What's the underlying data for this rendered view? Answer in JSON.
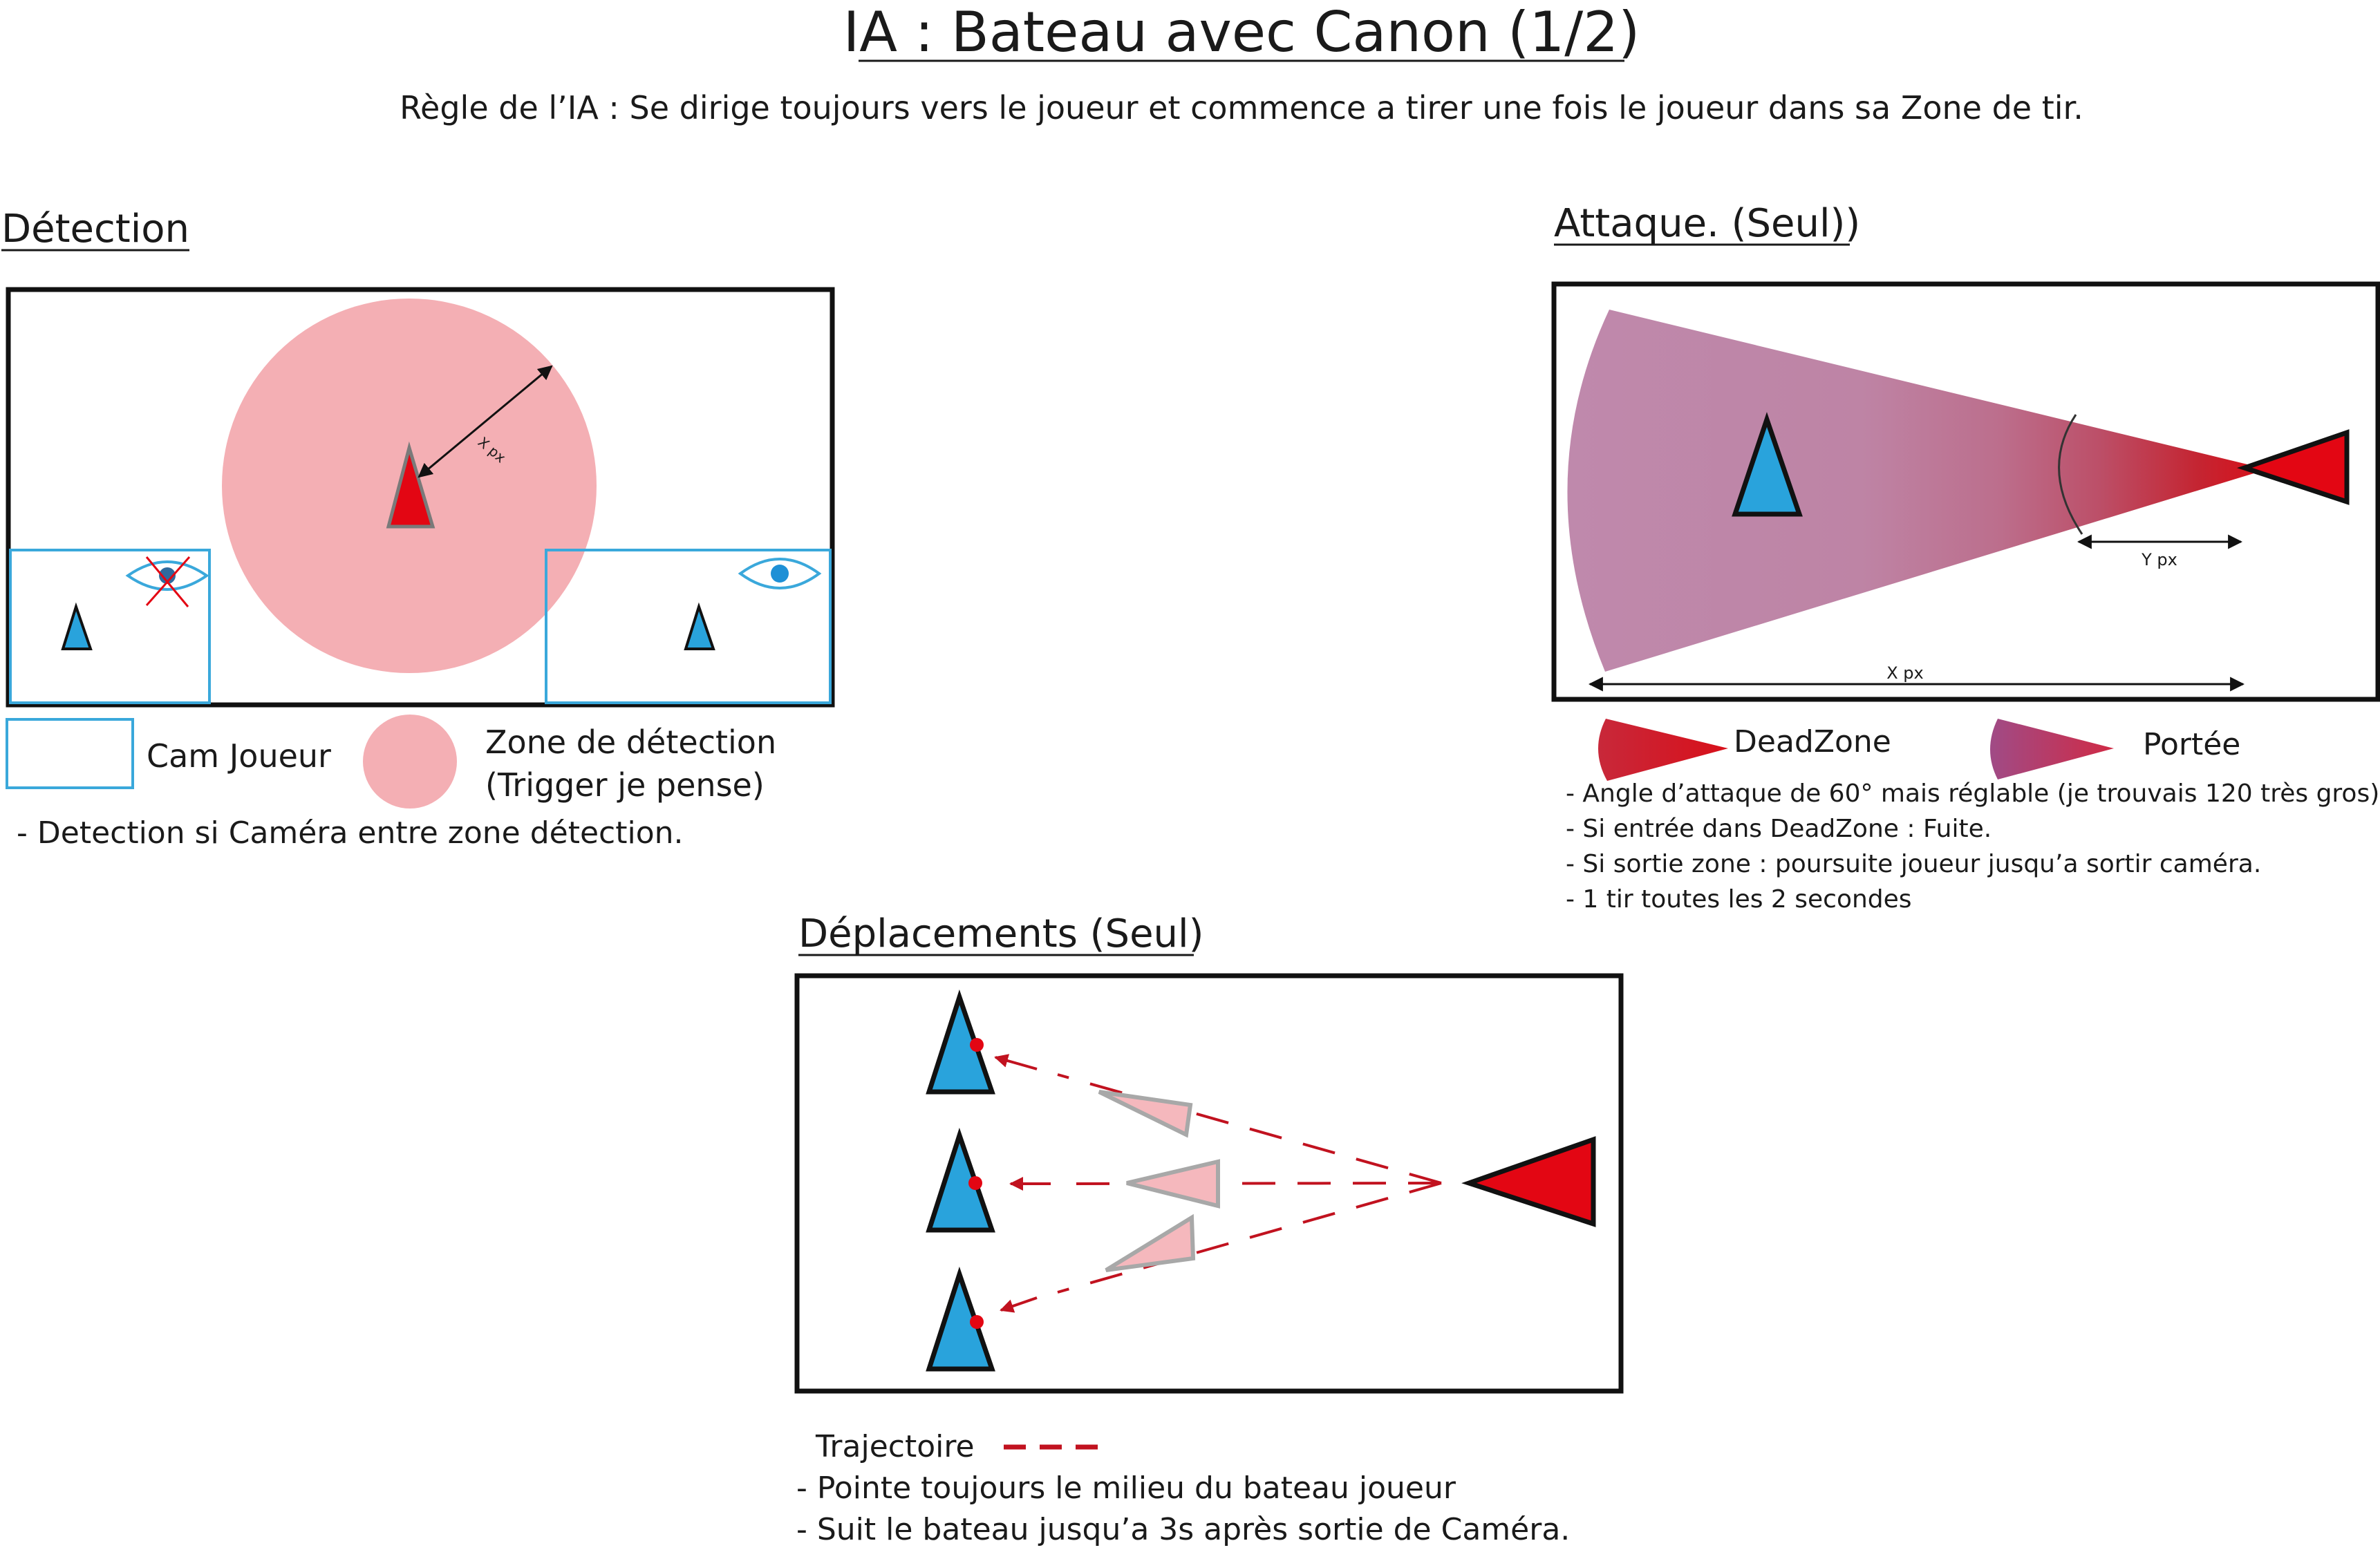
{
  "title": "IA : Bateau avec Canon (1/2)",
  "rule": "Règle de l’IA : Se dirige toujours vers le joueur et commence a tirer une fois le joueur dans sa Zone de tir.",
  "detection": {
    "heading": "Détection",
    "radius_label": "X px",
    "legend_cam": "Cam Joueur",
    "legend_zone_line1": "Zone de détection",
    "legend_zone_line2": "(Trigger je pense)",
    "note": "- Detection si Caméra entre zone détection."
  },
  "attack": {
    "heading": "Attaque. (Seul))",
    "y_label": "Y px",
    "x_label": "X px",
    "legend_deadzone": "DeadZone",
    "legend_range": "Portée",
    "notes": [
      "- Angle d’attaque de 60° mais réglable (je trouvais 120 très gros)",
      "- Si entrée dans DeadZone : Fuite.",
      "- Si sortie zone : poursuite joueur jusqu’a sortir caméra.",
      "- 1 tir toutes les 2 secondes"
    ]
  },
  "movement": {
    "heading": "Déplacements (Seul)",
    "legend_trajectory": "Trajectoire",
    "notes": [
      "- Pointe toujours le milieu du bateau joueur",
      "- Suit le bateau jusqu’a 3s après sortie de Caméra."
    ]
  },
  "colors": {
    "player_blue": "#29A3DC",
    "enemy_red": "#E30613",
    "zone_pink": "#F4AFB4",
    "cam_blue": "#3AA8DB",
    "range_purple": "#A25A8E",
    "trajectory_red": "#C1121F",
    "ghost_pink": "#F5B8BD"
  }
}
